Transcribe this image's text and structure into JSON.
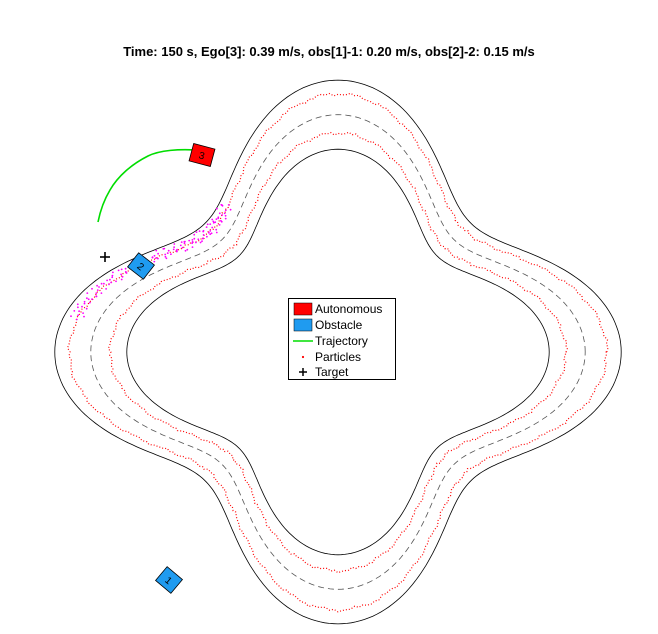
{
  "title": "Time: 150 s, Ego[3]: 0.39 m/s, obs[1]-1: 0.20 m/s, obs[2]-2: 0.15 m/s",
  "colors": {
    "autonomous": "#ff0000",
    "obstacle": "#1f9bf0",
    "trajectory": "#00dd00",
    "particles": "#ff0000",
    "particles_ego": "#ff00ff",
    "target": "#000000",
    "road_edge": "#000000",
    "center_line": "#555555"
  },
  "vehicles": [
    {
      "id": "3",
      "role": "autonomous",
      "label": "3"
    },
    {
      "id": "2",
      "role": "obstacle",
      "label": "2"
    },
    {
      "id": "1",
      "role": "obstacle",
      "label": "1"
    }
  ],
  "legend": {
    "autonomous": "Autonomous",
    "obstacle": "Obstacle",
    "trajectory": "Trajectory",
    "particles": "Particles",
    "target": "Target"
  }
}
